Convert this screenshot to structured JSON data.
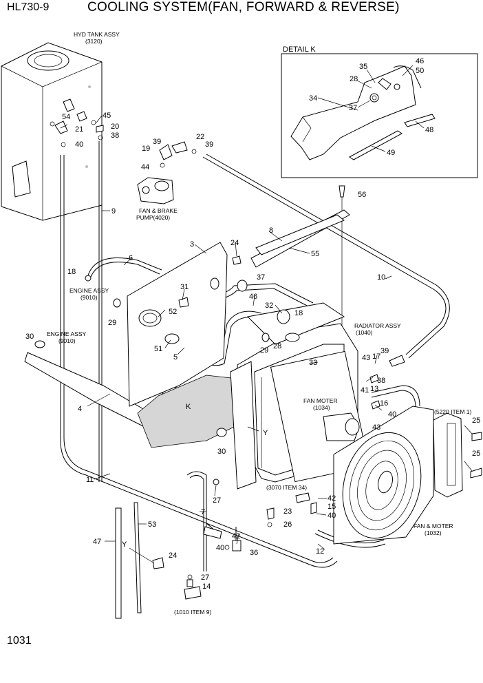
{
  "header": {
    "model": "HL730-9",
    "title": "COOLING SYSTEM(FAN, FORWARD & REVERSE)"
  },
  "page_number": "1031",
  "detail_title": "DETAIL K",
  "captions": {
    "hyd_tank": [
      "HYD TANK ASSY",
      "(3120)"
    ],
    "pump": [
      "FAN & BRAKE",
      "PUMP(4020)"
    ],
    "engine1": [
      "ENGINE ASSY",
      "(9010)"
    ],
    "engine2": [
      "ENGINE ASSY",
      "(9010)"
    ],
    "radiator": [
      "RADIATOR ASSY",
      "(1040)"
    ],
    "fan_moter": [
      "FAN MOTER",
      "(1034)"
    ],
    "fan_and_moter": [
      "FAN & MOTER",
      "(1032)"
    ],
    "item5220": "(5220 ITEM 1)",
    "item3070": "(3070 ITEM 34)",
    "item1010": "(1010 ITEM 9)"
  },
  "callouts": {
    "c35": "35",
    "c46a": "46",
    "c50": "50",
    "c28a": "28",
    "c34": "34",
    "c37a": "37",
    "c48": "48",
    "c49": "49",
    "c54": "54",
    "c45": "45",
    "c21": "21",
    "c20": "20",
    "c38a": "38",
    "c40a": "40",
    "c22": "22",
    "c39a": "39",
    "c19": "19",
    "c39b": "39",
    "c44": "44",
    "c56": "56",
    "c9": "9",
    "c8": "8",
    "c55": "55",
    "c3": "3",
    "c24a": "24",
    "c6": "6",
    "c18a": "18",
    "c37b": "37",
    "c10": "10",
    "c31": "31",
    "c46b": "46",
    "c32": "32",
    "c18b": "18",
    "c29a": "29",
    "c52": "52",
    "c29b": "29",
    "c28b": "28",
    "c30a": "30",
    "c51": "51",
    "c5": "5",
    "c33": "33",
    "c43a": "43",
    "c17": "17",
    "c39c": "39",
    "c38b": "38",
    "c41": "41",
    "c13": "13",
    "c16": "16",
    "c40b": "40",
    "c43b": "43",
    "c4": "4",
    "cK": "K",
    "cY1": "Y",
    "c25a": "25",
    "c25b": "25",
    "c30b": "30",
    "c11": "11",
    "c27a": "27",
    "c42a": "42",
    "c15": "15",
    "c40c": "40",
    "c23": "23",
    "c26": "26",
    "c7": "7",
    "c47": "47",
    "c53": "53",
    "cY2": "Y",
    "c24b": "24",
    "c42b": "42",
    "c40d": "40",
    "c36": "36",
    "c12": "12",
    "c27b": "27",
    "c14": "14"
  }
}
